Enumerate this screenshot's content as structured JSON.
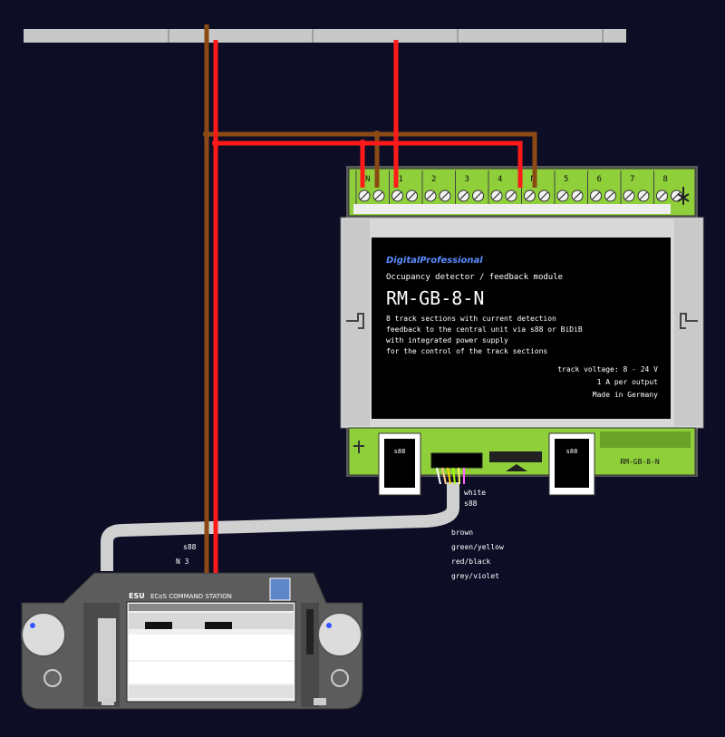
{
  "module": {
    "brand": "DigitalProfessional",
    "subtitle": "Occupancy detector / feedback module",
    "model": "RM-GB-8-N",
    "desc": [
      "8 track sections with current detection",
      "feedback to the central unit via s88 or BiDiB",
      "with integrated power supply",
      "for the control of the track sections"
    ],
    "spec": [
      "track voltage: 8 - 24 V",
      "1 A per output",
      "Made in Germany"
    ],
    "label_bottom": "RM-GB-8-N",
    "terminals": [
      "N",
      "1",
      "2",
      "3",
      "4",
      "N",
      "5",
      "6",
      "7",
      "8"
    ],
    "port_left": "s88",
    "port_right": "s88"
  },
  "cable": {
    "legend_top": [
      "white",
      "s88"
    ],
    "legend_bottom": [
      "brown",
      "green/yellow",
      "red/black",
      "grey/violet"
    ],
    "station_labels": [
      "s88",
      "N 3"
    ]
  },
  "station": {
    "name": "ECoS COMMAND STATION",
    "brand": "ESU"
  },
  "colors": {
    "background": "#0d0d26",
    "wire_red": "#ff1a1a",
    "wire_brown": "#8b4a14",
    "module_green": "#8fcf3a",
    "rail": "#c8c8c8"
  }
}
